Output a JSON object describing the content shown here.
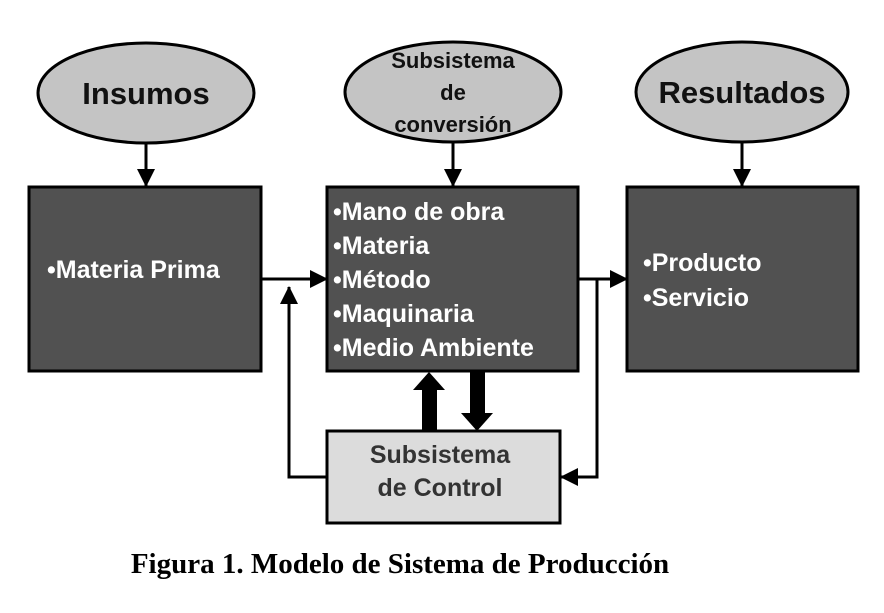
{
  "colors": {
    "ellipse_fill": "#c4c4c4",
    "box_fill": "#515151",
    "control_fill": "#dcdcdc",
    "stroke": "#000000",
    "box_text": "#ffffff",
    "control_text": "#333333"
  },
  "ellipses": {
    "inputs": {
      "label": "Insumos"
    },
    "conversion": {
      "lines": [
        "Subsistema",
        "de",
        "conversión"
      ]
    },
    "results": {
      "label": "Resultados"
    }
  },
  "boxes": {
    "inputs": {
      "items": [
        "•Materia Prima"
      ]
    },
    "conversion": {
      "items": [
        "•Mano de obra",
        "•Materia",
        "•Método",
        "•Maquinaria",
        "•Medio Ambiente"
      ]
    },
    "results": {
      "items": [
        "•Producto",
        "•Servicio"
      ]
    },
    "control": {
      "lines": [
        "Subsistema",
        "de Control"
      ]
    }
  },
  "caption": "Figura 1. Modelo de Sistema de Producción"
}
